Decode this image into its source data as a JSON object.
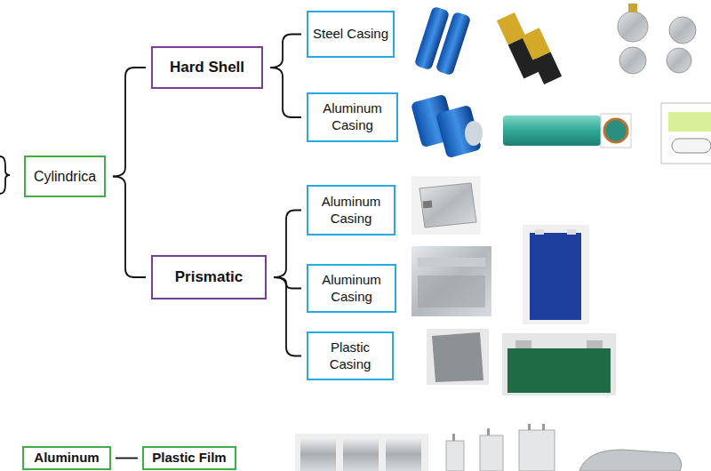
{
  "diagram": {
    "nodes": [
      {
        "text": [
          "Cylindrica"
        ]
      },
      {
        "text": [
          "Hard Shell"
        ]
      },
      {
        "text": [
          "Steel Casing"
        ]
      },
      {
        "text": [
          "Aluminum Casing"
        ]
      },
      {
        "text": [
          "Prismatic"
        ]
      },
      {
        "text": [
          "Aluminum Casing"
        ]
      },
      {
        "text": [
          "Aluminum Casing"
        ]
      },
      {
        "text": [
          "Plastic Casing"
        ]
      },
      {
        "text": [
          "Aluminum"
        ]
      },
      {
        "text": [
          "Plastic Film"
        ]
      }
    ],
    "edges": [
      {
        "from": 0,
        "to": 1,
        "arrow": "none"
      },
      {
        "from": 0,
        "to": 4,
        "arrow": "none"
      },
      {
        "from": 1,
        "to": 2,
        "arrow": "none"
      },
      {
        "from": 1,
        "to": 3,
        "arrow": "none"
      },
      {
        "from": 4,
        "to": 5,
        "arrow": "none"
      },
      {
        "from": 4,
        "to": 6,
        "arrow": "none"
      },
      {
        "from": 4,
        "to": 7,
        "arrow": "none"
      },
      {
        "from": 8,
        "to": 9,
        "arrow": "none"
      }
    ]
  }
}
